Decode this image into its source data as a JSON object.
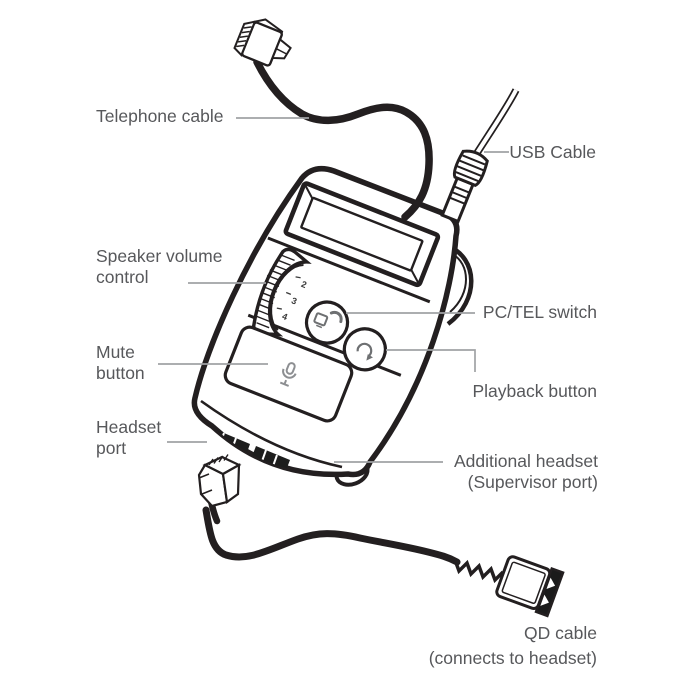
{
  "diagram": {
    "subject": "telephone-headset-adapter-diagram",
    "labels": {
      "telephone_cable": "Telephone cable",
      "usb_cable": "USB Cable",
      "speaker_volume": [
        "Speaker volume",
        "control"
      ],
      "mute_button": [
        "Mute",
        "button"
      ],
      "headset_port": [
        "Headset",
        "port"
      ],
      "pc_tel_switch": "PC/TEL switch",
      "playback_button": "Playback button",
      "additional_headset": [
        "Additional headset",
        "(Supervisor port)"
      ],
      "qd_cable": [
        "QD cable",
        "(connects to headset)"
      ]
    },
    "dial_numbers": [
      "2",
      "3",
      "4"
    ],
    "icons": [
      "rj11-plug-icon",
      "usb-connector-icon",
      "volume-dial-icon",
      "pc-tel-icon",
      "playback-icon",
      "mic-icon",
      "rj9-plug-icon",
      "qd-connector-icon"
    ],
    "colors": {
      "line_art": "#231f20",
      "label_text": "#57585b",
      "leader_line": "#a0a2a5"
    }
  }
}
